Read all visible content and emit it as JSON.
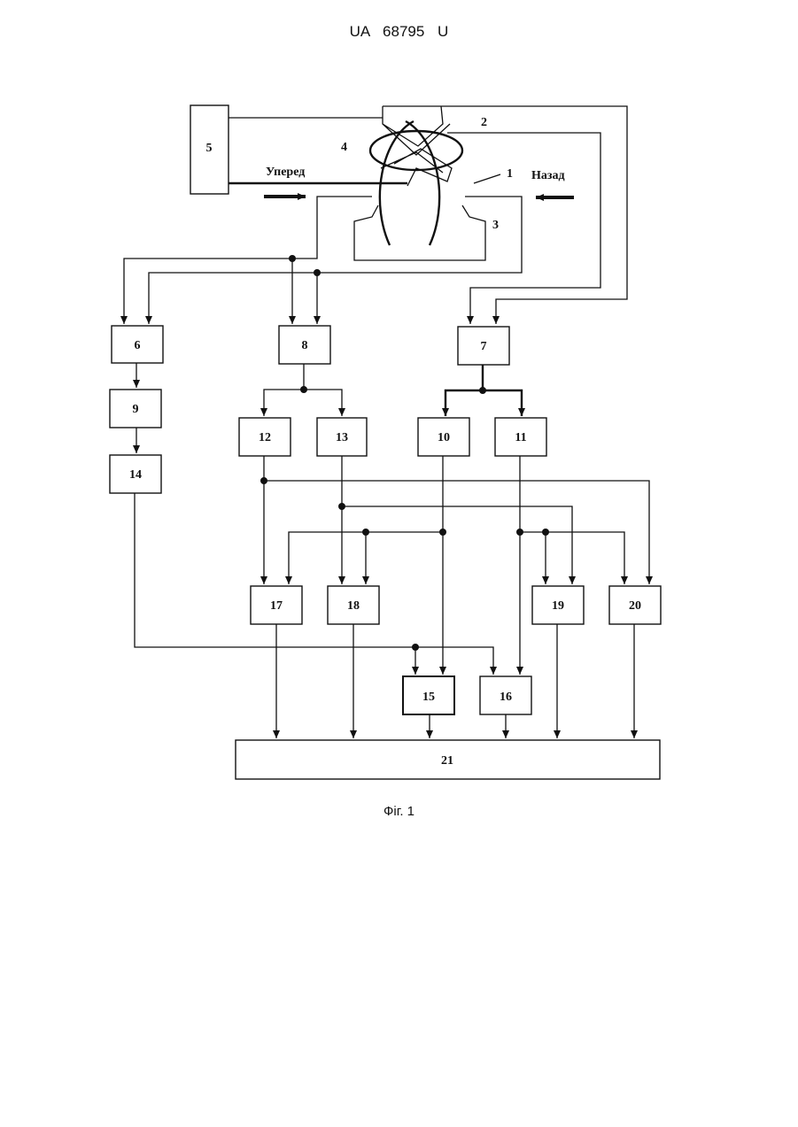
{
  "header": {
    "doc_number": "UA  68795  U"
  },
  "figure": {
    "caption": "Фіг. 1"
  },
  "labels": {
    "forward": "Уперед",
    "backward": "Назад",
    "wheel": "1",
    "sensor_top": "2",
    "sensor_bottom": "3",
    "cross": "4"
  },
  "blocks": {
    "b5": "5",
    "b6": "6",
    "b7": "7",
    "b8": "8",
    "b9": "9",
    "b10": "10",
    "b11": "11",
    "b12": "12",
    "b13": "13",
    "b14": "14",
    "b15": "15",
    "b16": "16",
    "b17": "17",
    "b18": "18",
    "b19": "19",
    "b20": "20",
    "b21": "21"
  }
}
